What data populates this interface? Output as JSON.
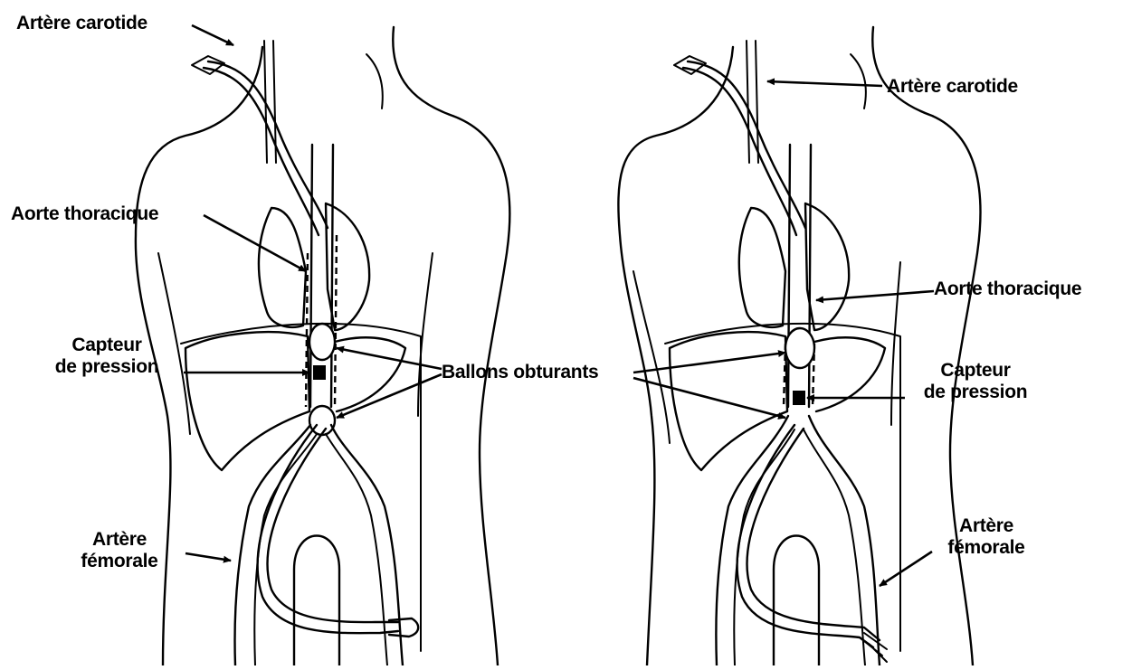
{
  "left_panel": {
    "carotid_label": "Artère carotide",
    "aorta_label": "Aorte thoracique",
    "sensor_label_line1": "Capteur",
    "sensor_label_line2": "de pression",
    "femoral_label_line1": "Artère",
    "femoral_label_line2": "fémorale"
  },
  "shared": {
    "balloons_label": "Ballons obturants"
  },
  "right_panel": {
    "carotid_label": "Artère carotide",
    "aorta_label": "Aorte thoracique",
    "sensor_label_line1": "Capteur",
    "sensor_label_line2": "de pression",
    "femoral_label_line1": "Artère",
    "femoral_label_line2": "fémorale"
  }
}
